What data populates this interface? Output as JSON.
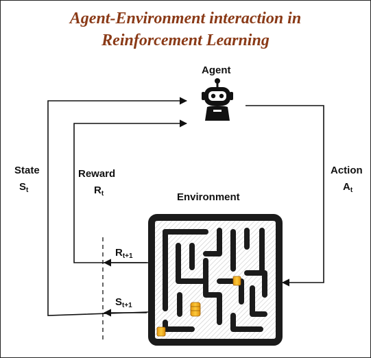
{
  "title": {
    "line1": "Agent-Environment interaction in",
    "line2": "Reinforcement Learning"
  },
  "agent": {
    "label": "Agent",
    "icon": "robot-icon"
  },
  "environment": {
    "label": "Environment",
    "icon": "maze-icon",
    "coins": "coin-stack-icon"
  },
  "state": {
    "label": "State",
    "symbol": "S",
    "subscript": "t"
  },
  "reward": {
    "label": "Reward",
    "symbol": "R",
    "subscript": "t"
  },
  "action": {
    "label": "Action",
    "symbol": "A",
    "subscript": "t"
  },
  "next_reward": {
    "symbol": "R",
    "subscript": "t+1"
  },
  "next_state": {
    "symbol": "S",
    "subscript": "t+1"
  },
  "colors": {
    "title": "#8a3a17",
    "lines": "#111111",
    "coin": "#f2b01e",
    "maze": "#1b1b1b"
  }
}
